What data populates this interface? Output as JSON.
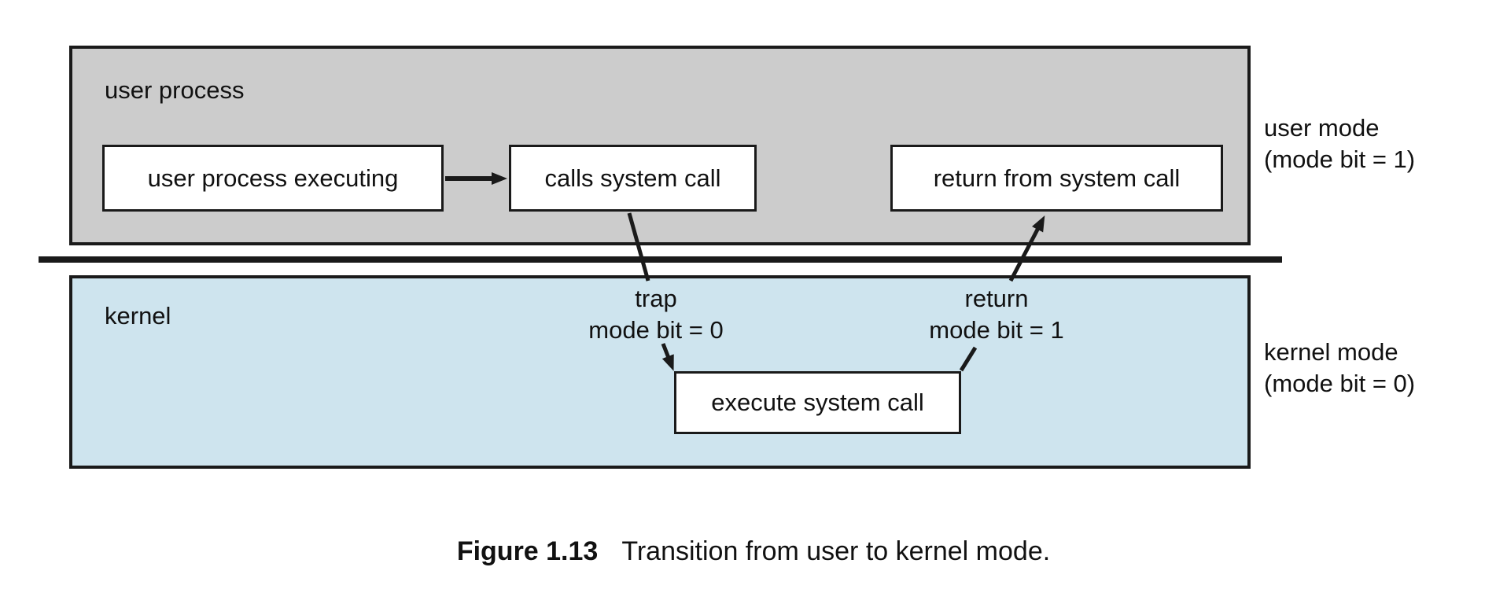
{
  "regions": {
    "user": {
      "label": "user process"
    },
    "kernel": {
      "label": "kernel"
    }
  },
  "boxes": {
    "executing": "user process executing",
    "calls": "calls system call",
    "return_from": "return from system call",
    "execute": "execute system call"
  },
  "transitions": {
    "trap": {
      "line1": "trap",
      "line2": "mode bit = 0"
    },
    "return": {
      "line1": "return",
      "line2": "mode bit = 1"
    }
  },
  "mode_labels": {
    "user": {
      "line1": "user mode",
      "line2": "(mode bit = 1)"
    },
    "kernel": {
      "line1": "kernel mode",
      "line2": "(mode bit = 0)"
    }
  },
  "caption": {
    "label": "Figure 1.13",
    "text": "Transition from user to kernel mode."
  },
  "colors": {
    "user_region_fill": "#cccccc",
    "kernel_region_fill": "#cee4ee",
    "box_fill": "#ffffff",
    "line": "#1a1a1a"
  }
}
